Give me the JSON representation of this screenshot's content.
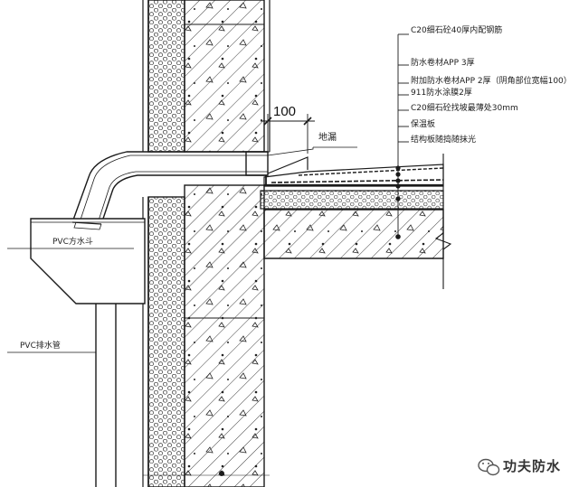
{
  "layers": [
    "C20细石砼40厚内配钢筋",
    "防水卷材APP 3厚",
    "附加防水卷材APP 2厚（阴角部位宽幅100）",
    "911防水涂膜2厚",
    "C20细石砼找坡最薄处30mm",
    "保温板",
    "结构板随捣随抹光"
  ],
  "callouts": {
    "floor_drain": "地漏",
    "pvc_hopper": "PVC方水斗",
    "pvc_pipe": "PVC排水管"
  },
  "dimension": "100",
  "watermark": {
    "text": "功夫防水",
    "icon": "wechat-icon"
  },
  "colors": {
    "line": "#1a1a1a",
    "background": "#ffffff"
  }
}
